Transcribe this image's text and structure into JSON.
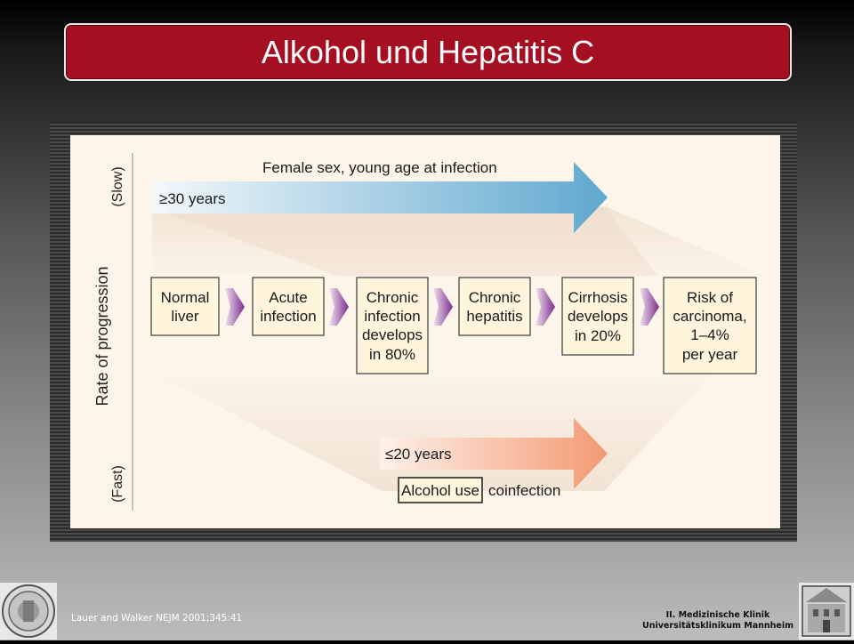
{
  "slide": {
    "title": "Alkohol und Hepatitis C"
  },
  "diagram": {
    "y_axis_label": "Rate of progression",
    "slow_label": "(Slow)",
    "fast_label": "(Fast)",
    "top_arrow": {
      "header": "Female sex, young age at infection",
      "label": "≥30 years"
    },
    "bottom_arrow": {
      "label": "≤20 years",
      "boxed_word": "Alcohol use",
      "suffix": "coinfection"
    },
    "stages": [
      {
        "lines": [
          "Normal",
          "liver"
        ]
      },
      {
        "lines": [
          "Acute",
          "infection"
        ]
      },
      {
        "lines": [
          "Chronic",
          "infection",
          "develops",
          "in 80%"
        ]
      },
      {
        "lines": [
          "Chronic",
          "hepatitis"
        ]
      },
      {
        "lines": [
          "Cirrhosis",
          "develops",
          "in 20%"
        ]
      },
      {
        "lines": [
          "Risk of",
          "carcinoma,",
          "1–4%",
          "per year"
        ]
      }
    ],
    "colors": {
      "box_fill": "#fff4dc",
      "chevron": "#7b2d8e",
      "slow_arrow": "#6aaed0",
      "fast_arrow": "#f2a07a",
      "title_bar": "#a50f22"
    }
  },
  "footer": {
    "citation": "Lauer and Walker NEJM 2001;345:41",
    "institution_line1": "II. Medizinische Klinik",
    "institution_line2": "Universitätsklinikum Mannheim"
  }
}
